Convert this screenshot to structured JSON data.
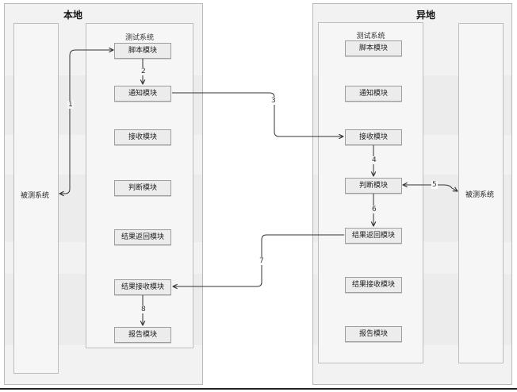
{
  "local": {
    "title": "本地",
    "tested_system": "被测系统",
    "test_system_title": "测试系统",
    "modules": {
      "script": "脚本模块",
      "notify": "通知模块",
      "receive": "接收模块",
      "judge": "判断模块",
      "result_return": "结果返回模块",
      "result_receive": "结果接收模块",
      "report": "报告模块"
    }
  },
  "remote": {
    "title": "异地",
    "tested_system": "被测系统",
    "test_system_title": "测试系统",
    "modules": {
      "script": "脚本模块",
      "notify": "通知模块",
      "receive": "接收模块",
      "judge": "判断模块",
      "result_return": "结果返回模块",
      "result_receive": "结果接收模块",
      "report": "报告模块"
    }
  },
  "edges": {
    "e1": "1",
    "e2": "2",
    "e3": "3",
    "e4": "4",
    "e5": "5",
    "e6": "6",
    "e7": "7",
    "e8": "8"
  },
  "colors": {
    "panel": "#f2f2f2",
    "module": "#ececec",
    "line": "#333333"
  }
}
